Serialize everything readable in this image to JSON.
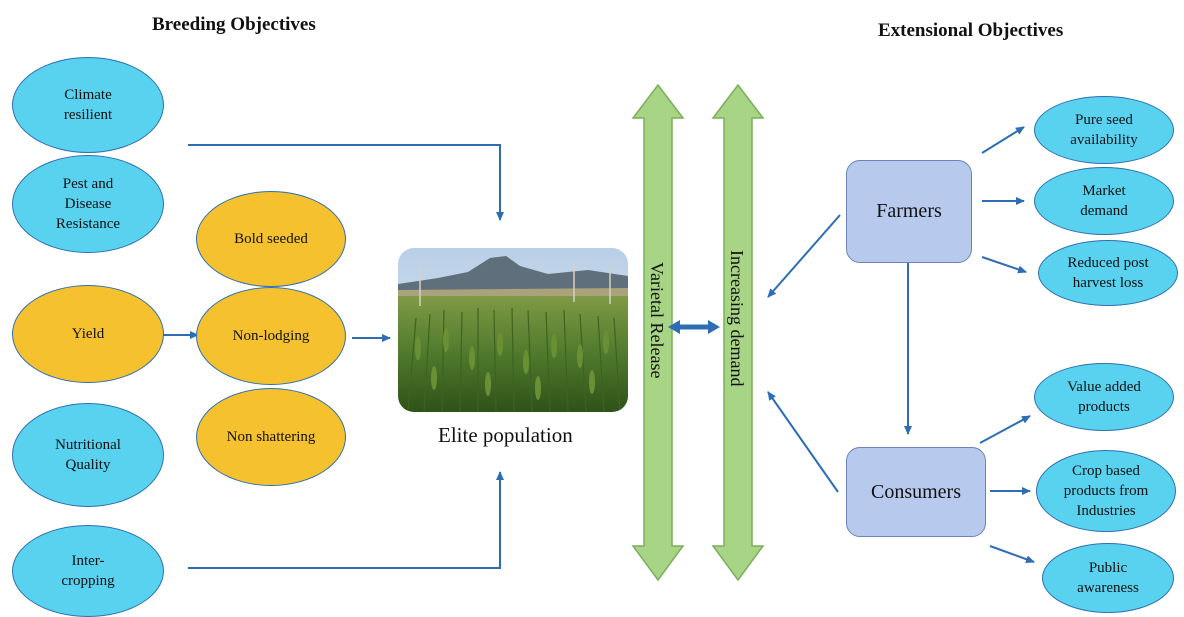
{
  "headings": {
    "left": "Breeding Objectives",
    "right": "Extensional Objectives"
  },
  "breeding": {
    "climate": "Climate\nresilient",
    "pest": "Pest and\nDisease\nResistance",
    "yield": "Yield",
    "nutrition": "Nutritional\nQuality",
    "intercropping": "Inter-\ncropping"
  },
  "yield_traits": {
    "bold": "Bold seeded",
    "lodging": "Non-lodging",
    "shattering": "Non shattering"
  },
  "center": {
    "caption": "Elite population",
    "varietal": "Varietal Release",
    "demand": "Increasing demand"
  },
  "actors": {
    "farmers": "Farmers",
    "consumers": "Consumers"
  },
  "farmer_outcomes": {
    "seed": "Pure seed\navailability",
    "market": "Market\ndemand",
    "loss": "Reduced post\nharvest loss"
  },
  "consumer_outcomes": {
    "value": "Value added\nproducts",
    "industry": "Crop based\nproducts from\nIndustries",
    "awareness": "Public\nawareness"
  },
  "colors": {
    "blue_node": "#59d2f0",
    "yellow_node": "#f5c12e",
    "actor_box": "#b7c9ec",
    "green_arrow": "#a8d486",
    "connector": "#2e6db4"
  }
}
